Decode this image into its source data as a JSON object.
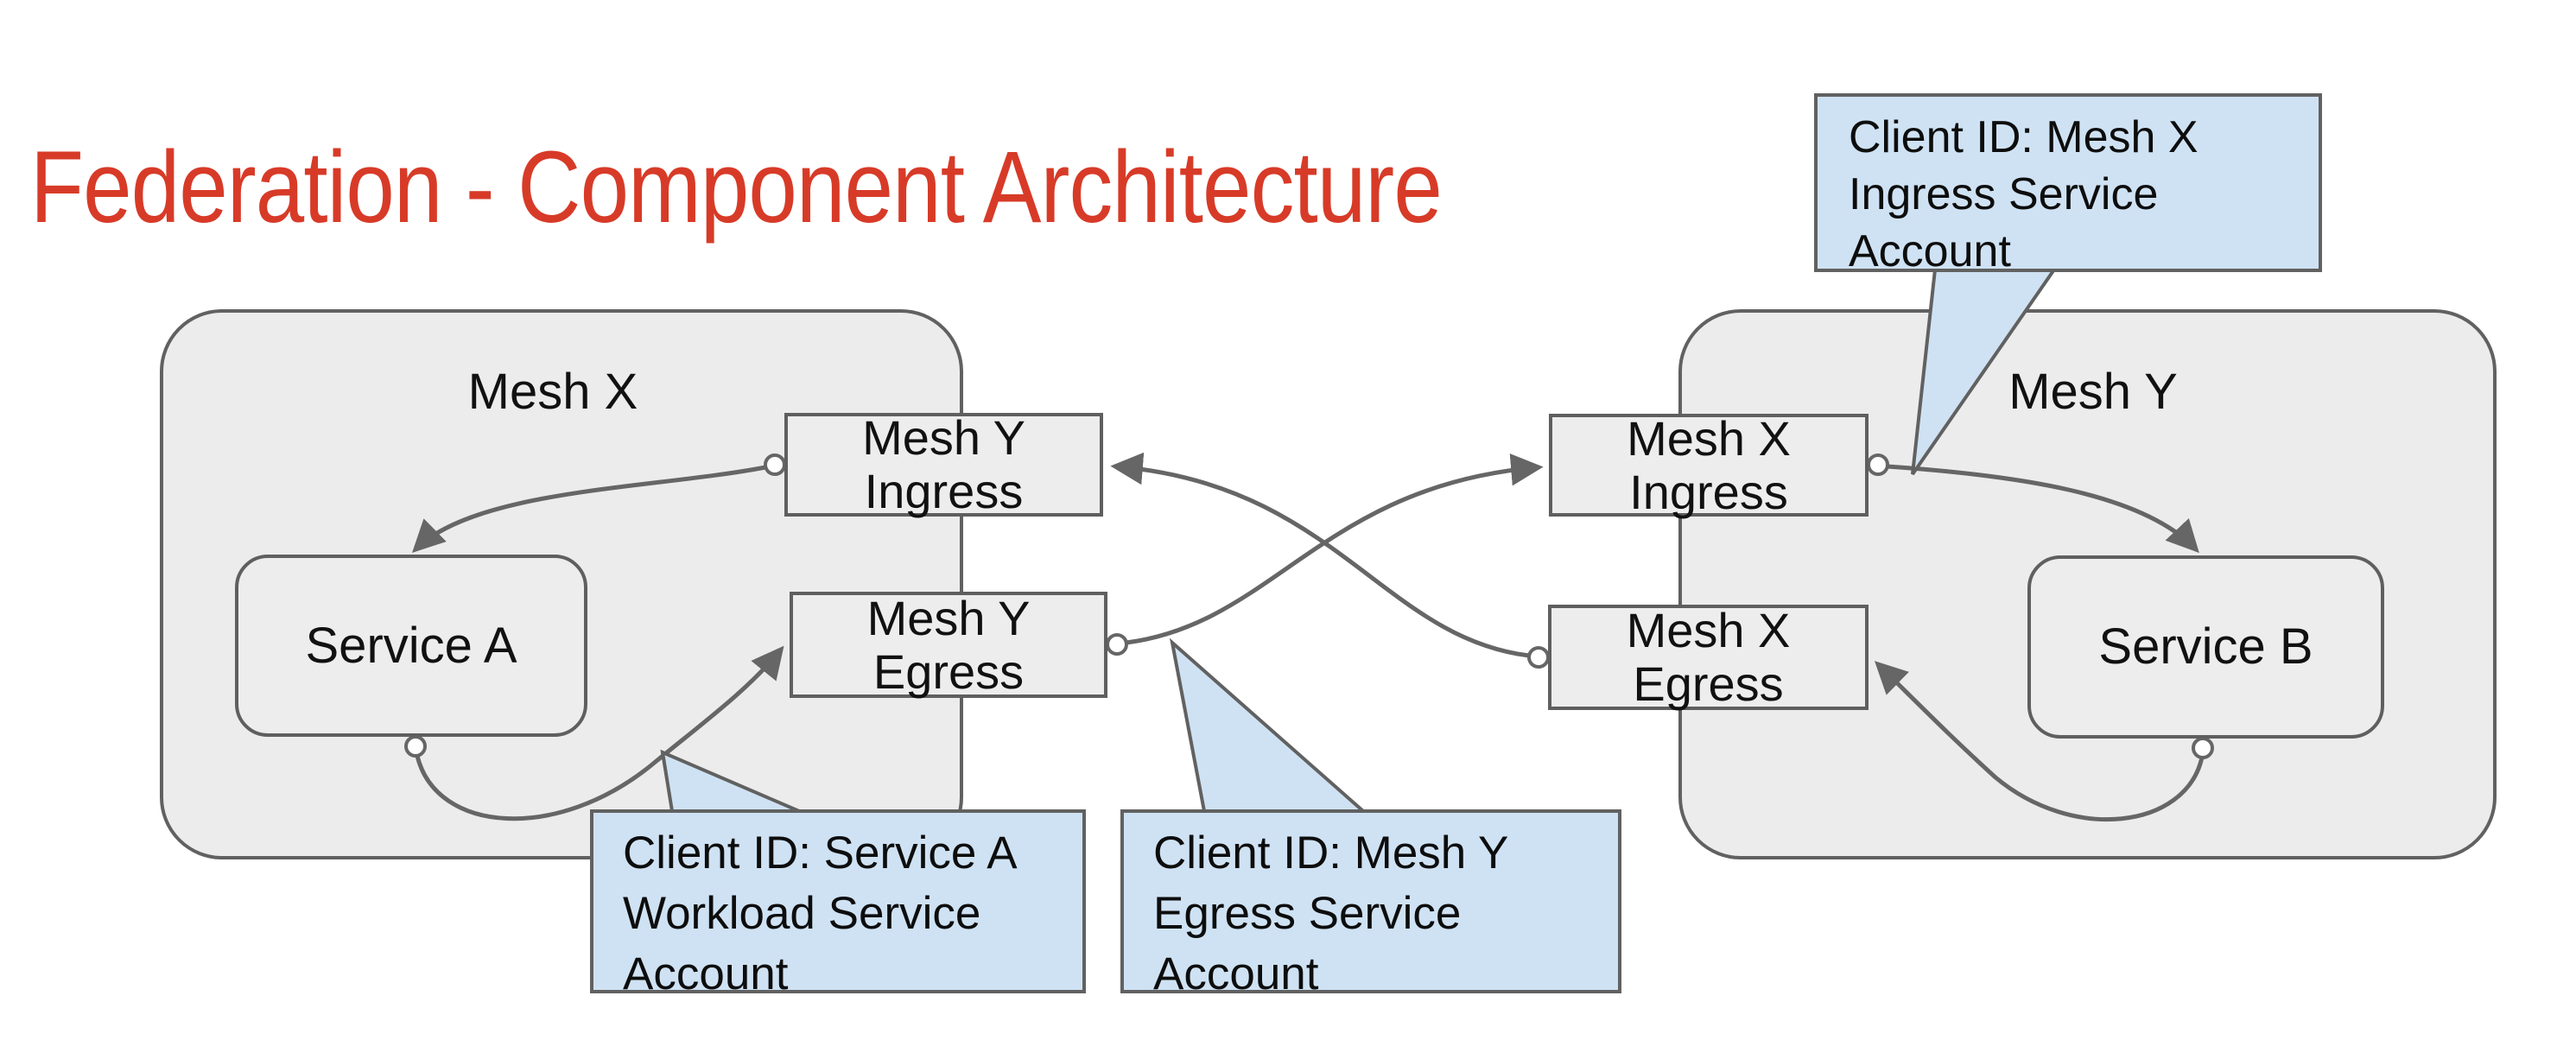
{
  "title": "Federation - Component Architecture",
  "containers": {
    "mesh_x": {
      "label": "Mesh X"
    },
    "mesh_y": {
      "label": "Mesh Y"
    }
  },
  "nodes": {
    "service_a": {
      "label": "Service A"
    },
    "service_b": {
      "label": "Service B"
    },
    "mesh_y_ingress": {
      "line1": "Mesh Y",
      "line2": "Ingress"
    },
    "mesh_y_egress": {
      "line1": "Mesh Y",
      "line2": "Egress"
    },
    "mesh_x_ingress": {
      "line1": "Mesh X",
      "line2": "Ingress"
    },
    "mesh_x_egress": {
      "line1": "Mesh X",
      "line2": "Egress"
    }
  },
  "callouts": {
    "ingress": {
      "lines": [
        "Client ID: Mesh X",
        "Ingress Service",
        "Account"
      ]
    },
    "workload": {
      "lines": [
        "Client ID: Service A",
        "Workload Service",
        "Account"
      ]
    },
    "egress": {
      "lines": [
        "Client ID: Mesh Y",
        "Egress Service",
        "Account"
      ]
    }
  },
  "colors": {
    "title_red": "#d73b28",
    "shape_fill": "#ededed",
    "container_fill": "#ececec",
    "callout_fill": "#cfe2f3",
    "stroke_gray": "#616161",
    "arrow_gray": "#666666"
  }
}
